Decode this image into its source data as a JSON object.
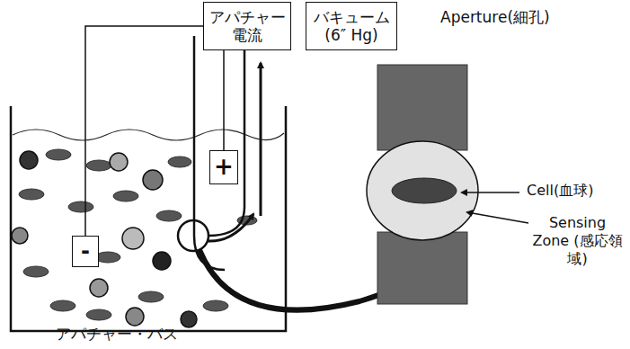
{
  "diagram": {
    "nodes": [
      {
        "text": [
          "アパチャー 電流"
        ]
      },
      {
        "text": [
          "バキューム (6″ Hg)"
        ]
      },
      {
        "text": [
          "-"
        ]
      },
      {
        "text": [
          "+"
        ]
      }
    ],
    "edges": [
      {
        "from": 0,
        "to": 2,
        "arrow": "none"
      },
      {
        "from": 0,
        "to": 3,
        "arrow": "none"
      }
    ],
    "labels": [
      "Aperture(細孔)",
      "Cell(血球)",
      "Sensing Zone (感応領域)",
      "アパチャー・バス"
    ]
  }
}
